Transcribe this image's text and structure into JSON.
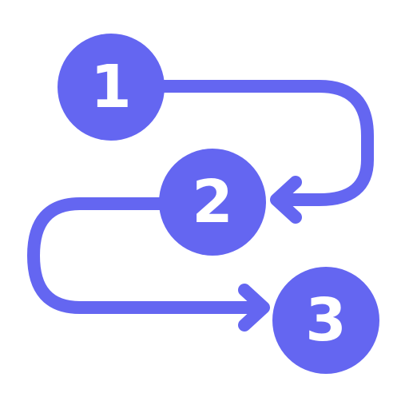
{
  "colors": {
    "accent": "#6466f1",
    "number": "#ffffff",
    "background": "#ffffff"
  },
  "icon": "numbered-steps-flow-icon",
  "steps": [
    {
      "label": "1"
    },
    {
      "label": "2"
    },
    {
      "label": "3"
    }
  ]
}
